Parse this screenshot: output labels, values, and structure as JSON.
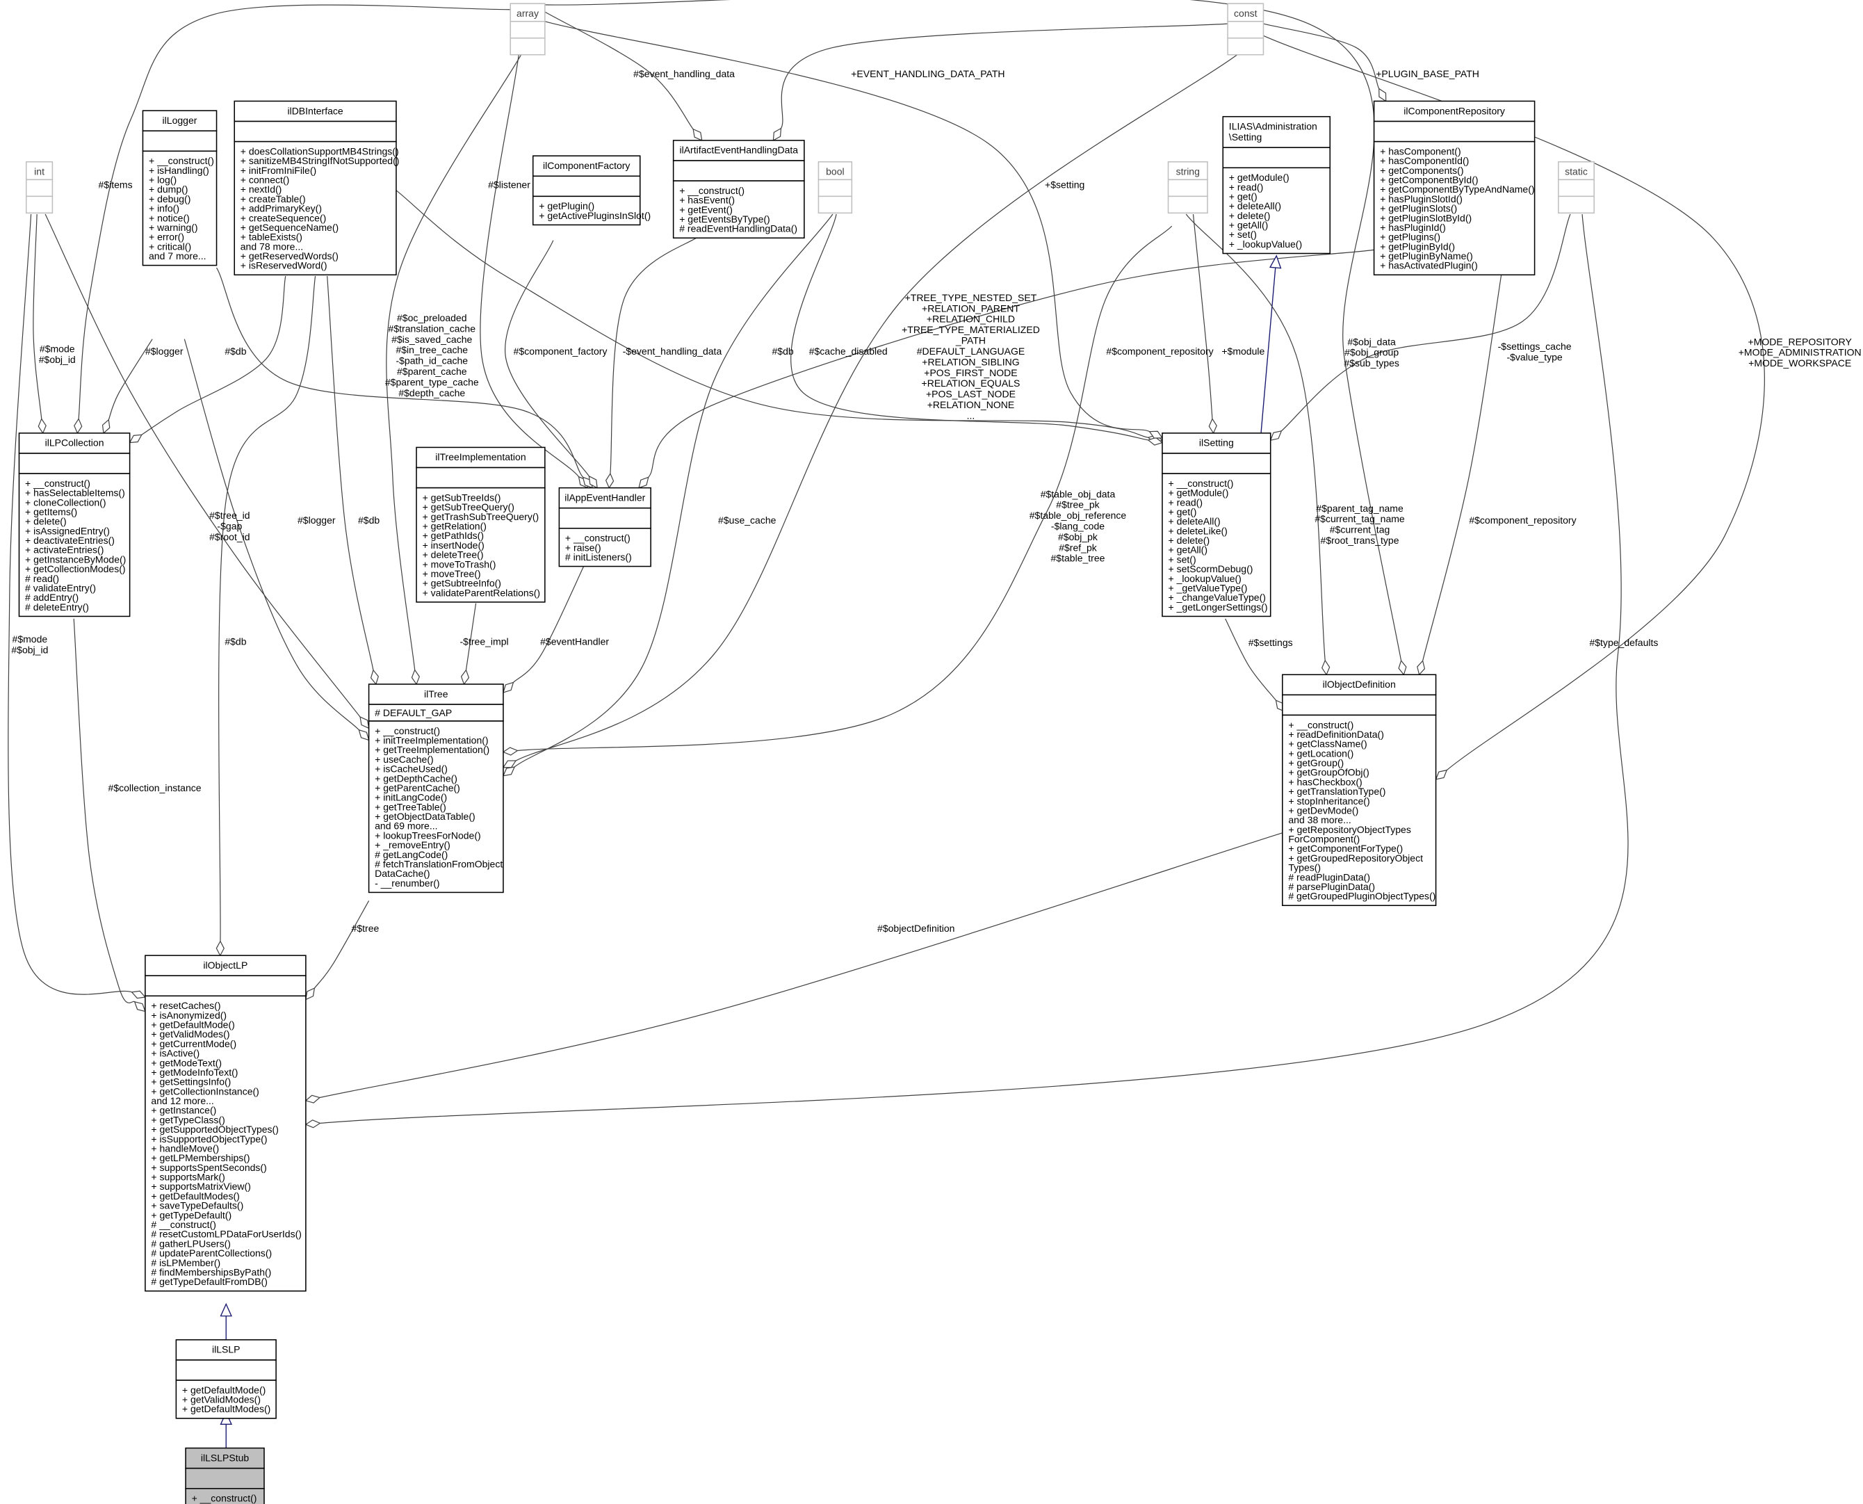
{
  "colors": {
    "class_border": "#000000",
    "type_border": "#bfbfbf",
    "edge": "#404040",
    "inheritance": "#191970",
    "highlight_fill": "#bfbfbf"
  },
  "classes": [
    {
      "id": "array",
      "kind": "type",
      "title": [
        "array"
      ],
      "attributes": [],
      "methods": []
    },
    {
      "id": "const",
      "kind": "type",
      "title": [
        "const"
      ],
      "attributes": [],
      "methods": []
    },
    {
      "id": "int",
      "kind": "type",
      "title": [
        "int"
      ],
      "attributes": [],
      "methods": []
    },
    {
      "id": "bool",
      "kind": "type",
      "title": [
        "bool"
      ],
      "attributes": [],
      "methods": []
    },
    {
      "id": "string",
      "kind": "type",
      "title": [
        "string"
      ],
      "attributes": [],
      "methods": []
    },
    {
      "id": "static",
      "kind": "type",
      "title": [
        "static"
      ],
      "attributes": [],
      "methods": []
    },
    {
      "id": "ilLogger",
      "kind": "class",
      "title": [
        "ilLogger"
      ],
      "attributes": [],
      "methods": [
        "+ __construct()",
        "+ isHandling()",
        "+ log()",
        "+ dump()",
        "+ debug()",
        "+ info()",
        "+ notice()",
        "+ warning()",
        "+ error()",
        "+ critical()",
        "and 7 more..."
      ]
    },
    {
      "id": "ilDBInterface",
      "kind": "class",
      "title": [
        "ilDBInterface"
      ],
      "attributes": [],
      "methods": [
        "+ doesCollationSupportMB4Strings()",
        "+ sanitizeMB4StringIfNotSupported()",
        "+ initFromIniFile()",
        "+ connect()",
        "+ nextId()",
        "+ createTable()",
        "+ addPrimaryKey()",
        "+ createSequence()",
        "+ getSequenceName()",
        "+ tableExists()",
        "and 78 more...",
        "+ getReservedWords()",
        "+ isReservedWord()"
      ]
    },
    {
      "id": "ilComponentFactory",
      "kind": "class",
      "title": [
        "ilComponentFactory"
      ],
      "attributes": [],
      "methods": [
        "+ getPlugin()",
        "+ getActivePluginsInSlot()"
      ]
    },
    {
      "id": "ilArtifactEventHandlingData",
      "kind": "class",
      "title": [
        "ilArtifactEventHandlingData"
      ],
      "attributes": [],
      "methods": [
        "+ __construct()",
        "+ hasEvent()",
        "+ getEvent()",
        "+ getEventsByType()",
        "# readEventHandlingData()"
      ]
    },
    {
      "id": "ILIASSetting",
      "kind": "class",
      "title": [
        "ILIAS\\Administration",
        "\\Setting"
      ],
      "attributes": [],
      "methods": [
        "+ getModule()",
        "+ read()",
        "+ get()",
        "+ deleteAll()",
        "+ delete()",
        "+ getAll()",
        "+ set()",
        "+ _lookupValue()"
      ]
    },
    {
      "id": "ilComponentRepository",
      "kind": "class",
      "title": [
        "ilComponentRepository"
      ],
      "attributes": [],
      "methods": [
        "+ hasComponent()",
        "+ hasComponentId()",
        "+ getComponents()",
        "+ getComponentById()",
        "+ getComponentByTypeAndName()",
        "+ hasPluginSlotId()",
        "+ getPluginSlots()",
        "+ getPluginSlotById()",
        "+ hasPluginId()",
        "+ getPlugins()",
        "+ getPluginById()",
        "+ getPluginByName()",
        "+ hasActivatedPlugin()"
      ]
    },
    {
      "id": "ilLPCollection",
      "kind": "class",
      "title": [
        "ilLPCollection"
      ],
      "attributes": [],
      "methods": [
        "+ __construct()",
        "+ hasSelectableItems()",
        "+ cloneCollection()",
        "+ getItems()",
        "+ delete()",
        "+ isAssignedEntry()",
        "+ deactivateEntries()",
        "+ activateEntries()",
        "+ getInstanceByMode()",
        "+ getCollectionModes()",
        "# read()",
        "# validateEntry()",
        "# addEntry()",
        "# deleteEntry()"
      ]
    },
    {
      "id": "ilTreeImplementation",
      "kind": "class",
      "title": [
        "ilTreeImplementation"
      ],
      "attributes": [],
      "methods": [
        "+ getSubTreeIds()",
        "+ getSubTreeQuery()",
        "+ getTrashSubTreeQuery()",
        "+ getRelation()",
        "+ getPathIds()",
        "+ insertNode()",
        "+ deleteTree()",
        "+ moveToTrash()",
        "+ moveTree()",
        "+ getSubtreeInfo()",
        "+ validateParentRelations()"
      ]
    },
    {
      "id": "ilAppEventHandler",
      "kind": "class",
      "title": [
        "ilAppEventHandler"
      ],
      "attributes": [],
      "methods": [
        "+ __construct()",
        "+ raise()",
        "# initListeners()"
      ]
    },
    {
      "id": "ilSetting",
      "kind": "class",
      "title": [
        "ilSetting"
      ],
      "attributes": [],
      "methods": [
        "+ __construct()",
        "+ getModule()",
        "+ read()",
        "+ get()",
        "+ deleteAll()",
        "+ deleteLike()",
        "+ delete()",
        "+ getAll()",
        "+ set()",
        "+ setScormDebug()",
        "+ _lookupValue()",
        "+ _getValueType()",
        "+ _changeValueType()",
        "+ _getLongerSettings()"
      ]
    },
    {
      "id": "ilTree",
      "kind": "class",
      "title": [
        "ilTree"
      ],
      "attributes": [
        "# DEFAULT_GAP"
      ],
      "methods": [
        "+ __construct()",
        "+ initTreeImplementation()",
        "+ getTreeImplementation()",
        "+ useCache()",
        "+ isCacheUsed()",
        "+ getDepthCache()",
        "+ getParentCache()",
        "+ initLangCode()",
        "+ getTreeTable()",
        "+ getObjectDataTable()",
        "and 69 more...",
        "+ lookupTreesForNode()",
        "+ _removeEntry()",
        "# getLangCode()",
        "# fetchTranslationFromObject",
        "DataCache()",
        "- __renumber()"
      ]
    },
    {
      "id": "ilObjectDefinition",
      "kind": "class",
      "title": [
        "ilObjectDefinition"
      ],
      "attributes": [],
      "methods": [
        "+ __construct()",
        "+ readDefinitionData()",
        "+ getClassName()",
        "+ getLocation()",
        "+ getGroup()",
        "+ getGroupOfObj()",
        "+ hasCheckbox()",
        "+ getTranslationType()",
        "+ stopInheritance()",
        "+ getDevMode()",
        "and 38 more...",
        "+ getRepositoryObjectTypes",
        "ForComponent()",
        "+ getComponentForType()",
        "+ getGroupedRepositoryObject",
        "Types()",
        "# readPluginData()",
        "# parsePluginData()",
        "# getGroupedPluginObjectTypes()"
      ]
    },
    {
      "id": "ilObjectLP",
      "kind": "class",
      "title": [
        "ilObjectLP"
      ],
      "attributes": [],
      "methods": [
        "+ resetCaches()",
        "+ isAnonymized()",
        "+ getDefaultMode()",
        "+ getValidModes()",
        "+ getCurrentMode()",
        "+ isActive()",
        "+ getModeText()",
        "+ getModeInfoText()",
        "+ getSettingsInfo()",
        "+ getCollectionInstance()",
        "and 12 more...",
        "+ getInstance()",
        "+ getTypeClass()",
        "+ getSupportedObjectTypes()",
        "+ isSupportedObjectType()",
        "+ handleMove()",
        "+ getLPMemberships()",
        "+ supportsSpentSeconds()",
        "+ supportsMark()",
        "+ supportsMatrixView()",
        "+ getDefaultModes()",
        "+ saveTypeDefaults()",
        "+ getTypeDefault()",
        "# __construct()",
        "# resetCustomLPDataForUserIds()",
        "# gatherLPUsers()",
        "# updateParentCollections()",
        "# isLPMember()",
        "# findMembershipsByPath()",
        "# getTypeDefaultFromDB()"
      ]
    },
    {
      "id": "ilLSLP",
      "kind": "class",
      "title": [
        "ilLSLP"
      ],
      "attributes": [],
      "methods": [
        "+ getDefaultMode()",
        "+ getValidModes()",
        "+ getDefaultModes()"
      ]
    },
    {
      "id": "ilLSLPStub",
      "kind": "highlight",
      "title": [
        "ilLSLPStub"
      ],
      "attributes": [],
      "methods": [
        "+ __construct()"
      ]
    }
  ],
  "edges": [
    {
      "from": "int",
      "to": "ilLPCollection",
      "kind": "aggregation",
      "label": [
        "#$mode",
        "#$obj_id"
      ]
    },
    {
      "from": "array",
      "to": "ilLPCollection",
      "kind": "aggregation",
      "label": [
        "#$items"
      ]
    },
    {
      "from": "ilLogger",
      "to": "ilLPCollection",
      "kind": "aggregation",
      "label": [
        "#$logger"
      ]
    },
    {
      "from": "ilDBInterface",
      "to": "ilLPCollection",
      "kind": "aggregation",
      "label": [
        "#$db"
      ]
    },
    {
      "from": "int",
      "to": "ilObjectLP",
      "kind": "aggregation",
      "label": [
        "#$mode",
        "#$obj_id"
      ]
    },
    {
      "from": "ilLPCollection",
      "to": "ilObjectLP",
      "kind": "aggregation",
      "label": [
        "#$collection_instance"
      ]
    },
    {
      "from": "int",
      "to": "ilTree",
      "kind": "aggregation",
      "label": [
        "#$tree_id",
        "-$gap",
        "#$root_id"
      ]
    },
    {
      "from": "ilLogger",
      "to": "ilTree",
      "kind": "aggregation",
      "label": [
        "#$logger"
      ]
    },
    {
      "from": "ilDBInterface",
      "to": "ilTree",
      "kind": "aggregation",
      "label": [
        "#$db"
      ]
    },
    {
      "from": "ilDBInterface",
      "to": "ilObjectLP",
      "kind": "aggregation",
      "label": [
        "#$db"
      ]
    },
    {
      "from": "array",
      "to": "ilTree",
      "kind": "aggregation",
      "label": [
        "#$oc_preloaded",
        "#$translation_cache",
        "#$is_saved_cache",
        "#$in_tree_cache",
        "-$path_id_cache",
        "#$parent_cache",
        "#$parent_type_cache",
        "#$depth_cache"
      ]
    },
    {
      "from": "ilTreeImplementation",
      "to": "ilTree",
      "kind": "aggregation",
      "label": [
        "-$tree_impl"
      ]
    },
    {
      "from": "ilAppEventHandler",
      "to": "ilTree",
      "kind": "aggregation",
      "label": [
        "#$eventHandler"
      ]
    },
    {
      "from": "const",
      "to": "ilTree",
      "kind": "aggregation",
      "label": [
        "+TREE_TYPE_NESTED_SET",
        "+RELATION_PARENT",
        "+RELATION_CHILD",
        "+TREE_TYPE_MATERIALIZED",
        "_PATH",
        "#DEFAULT_LANGUAGE",
        "+RELATION_SIBLING",
        "+POS_FIRST_NODE",
        "+RELATION_EQUALS",
        "+POS_LAST_NODE",
        "+RELATION_NONE",
        "..."
      ]
    },
    {
      "from": "bool",
      "to": "ilTree",
      "kind": "aggregation",
      "label": [
        "#$use_cache"
      ]
    },
    {
      "from": "string",
      "to": "ilTree",
      "kind": "aggregation",
      "label": [
        "#$table_obj_data",
        "#$tree_pk",
        "#$table_obj_reference",
        "-$lang_code",
        "#$obj_pk",
        "#$ref_pk",
        "#$table_tree"
      ]
    },
    {
      "from": "array",
      "to": "ilAppEventHandler",
      "kind": "aggregation",
      "label": [
        "#$listener"
      ]
    },
    {
      "from": "ilLogger",
      "to": "ilAppEventHandler",
      "kind": "aggregation",
      "label": []
    },
    {
      "from": "ilComponentFactory",
      "to": "ilAppEventHandler",
      "kind": "aggregation",
      "label": [
        "#$component_factory"
      ]
    },
    {
      "from": "ilArtifactEventHandlingData",
      "to": "ilAppEventHandler",
      "kind": "aggregation",
      "label": [
        "-$event_handling_data"
      ]
    },
    {
      "from": "ilComponentRepository",
      "to": "ilAppEventHandler",
      "kind": "aggregation",
      "label": [
        "#$component_repository"
      ]
    },
    {
      "from": "array",
      "to": "ilArtifactEventHandlingData",
      "kind": "aggregation",
      "label": [
        "#$event_handling_data"
      ]
    },
    {
      "from": "const",
      "to": "ilArtifactEventHandlingData",
      "kind": "aggregation",
      "label": [
        "+EVENT_HANDLING_DATA_PATH"
      ]
    },
    {
      "from": "const",
      "to": "ilComponentRepository",
      "kind": "aggregation",
      "label": [
        "+PLUGIN_BASE_PATH"
      ]
    },
    {
      "from": "ilDBInterface",
      "to": "ilSetting",
      "kind": "aggregation",
      "label": [
        "#$db"
      ]
    },
    {
      "from": "bool",
      "to": "ilSetting",
      "kind": "aggregation",
      "label": [
        "#$cache_disabled"
      ]
    },
    {
      "from": "array",
      "to": "ilSetting",
      "kind": "aggregation",
      "label": [
        "+$setting"
      ]
    },
    {
      "from": "string",
      "to": "ilSetting",
      "kind": "aggregation",
      "label": [
        "+$module"
      ]
    },
    {
      "from": "static",
      "to": "ilSetting",
      "kind": "aggregation",
      "label": [
        "-$settings_cache",
        "-$value_type"
      ]
    },
    {
      "from": "ilSetting",
      "to": "ILIASSetting",
      "kind": "inheritance",
      "label": []
    },
    {
      "from": "ilSetting",
      "to": "ilObjectDefinition",
      "kind": "aggregation",
      "label": [
        "#$settings"
      ]
    },
    {
      "from": "string",
      "to": "ilObjectDefinition",
      "kind": "aggregation",
      "label": [
        "#$parent_tag_name",
        "#$current_tag_name",
        "#$current_tag",
        "#$root_trans_type"
      ]
    },
    {
      "from": "array",
      "to": "ilObjectDefinition",
      "kind": "aggregation",
      "label": [
        "#$obj_data",
        "#$obj_group",
        "#$sub_types"
      ]
    },
    {
      "from": "ilComponentRepository",
      "to": "ilObjectDefinition",
      "kind": "aggregation",
      "label": [
        "#$component_repository"
      ]
    },
    {
      "from": "const",
      "to": "ilObjectDefinition",
      "kind": "aggregation",
      "label": [
        "+MODE_REPOSITORY",
        "+MODE_ADMINISTRATION",
        "+MODE_WORKSPACE"
      ]
    },
    {
      "from": "ilObjectDefinition",
      "to": "ilObjectLP",
      "kind": "aggregation",
      "label": [
        "#$objectDefinition"
      ]
    },
    {
      "from": "static",
      "to": "ilObjectLP",
      "kind": "aggregation",
      "label": [
        "#$type_defaults"
      ]
    },
    {
      "from": "ilTree",
      "to": "ilObjectLP",
      "kind": "aggregation",
      "label": [
        "#$tree"
      ]
    },
    {
      "from": "ilLSLP",
      "to": "ilObjectLP",
      "kind": "inheritance",
      "label": []
    },
    {
      "from": "ilLSLPStub",
      "to": "ilLSLP",
      "kind": "inheritance",
      "label": []
    }
  ]
}
